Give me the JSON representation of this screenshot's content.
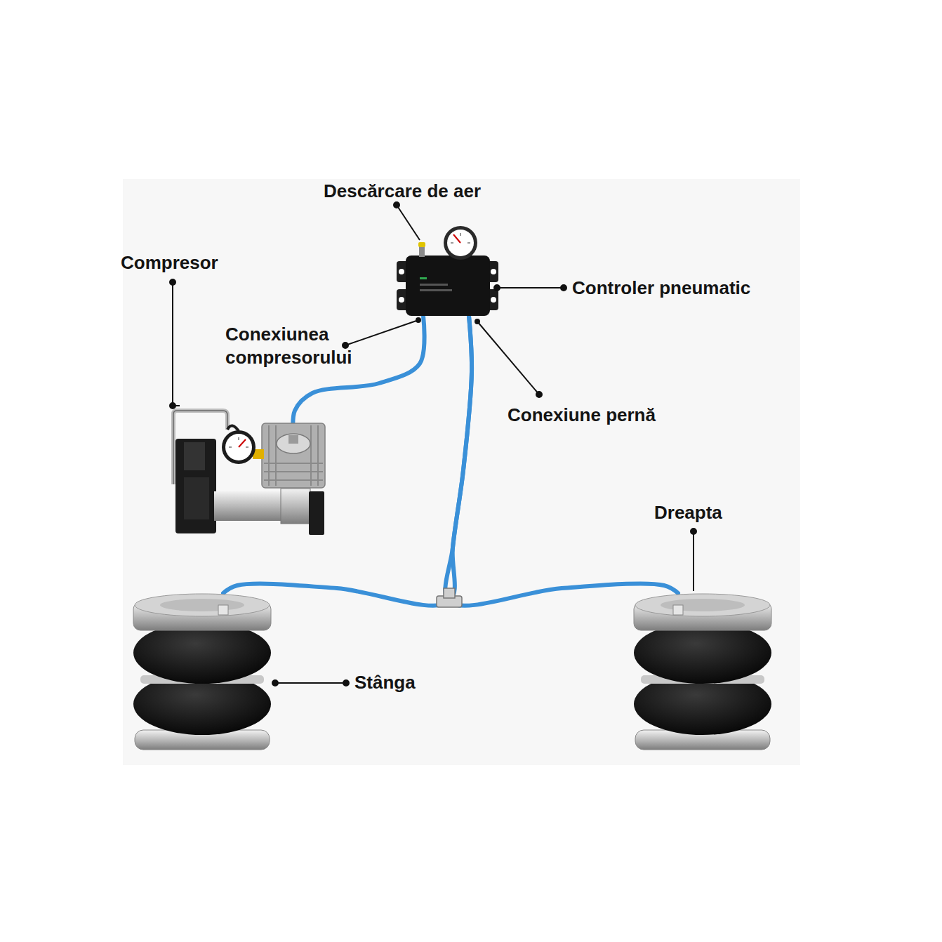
{
  "diagram": {
    "nodes": [
      {
        "text": [
          "Compresor"
        ]
      },
      {
        "text": [
          "Controler pneumatic"
        ]
      },
      {
        "text": [
          "Dreapta"
        ]
      },
      {
        "text": [
          "Stânga"
        ]
      }
    ],
    "edges": [
      {
        "from": 0,
        "to": 1,
        "arrow": "none"
      },
      {
        "from": 1,
        "to": 2,
        "arrow": "none"
      },
      {
        "from": 1,
        "to": 3,
        "arrow": "none"
      }
    ],
    "labels": [
      "Descărcare de aer",
      "Conexiunea compresorului",
      "Conexiune pernă"
    ]
  }
}
